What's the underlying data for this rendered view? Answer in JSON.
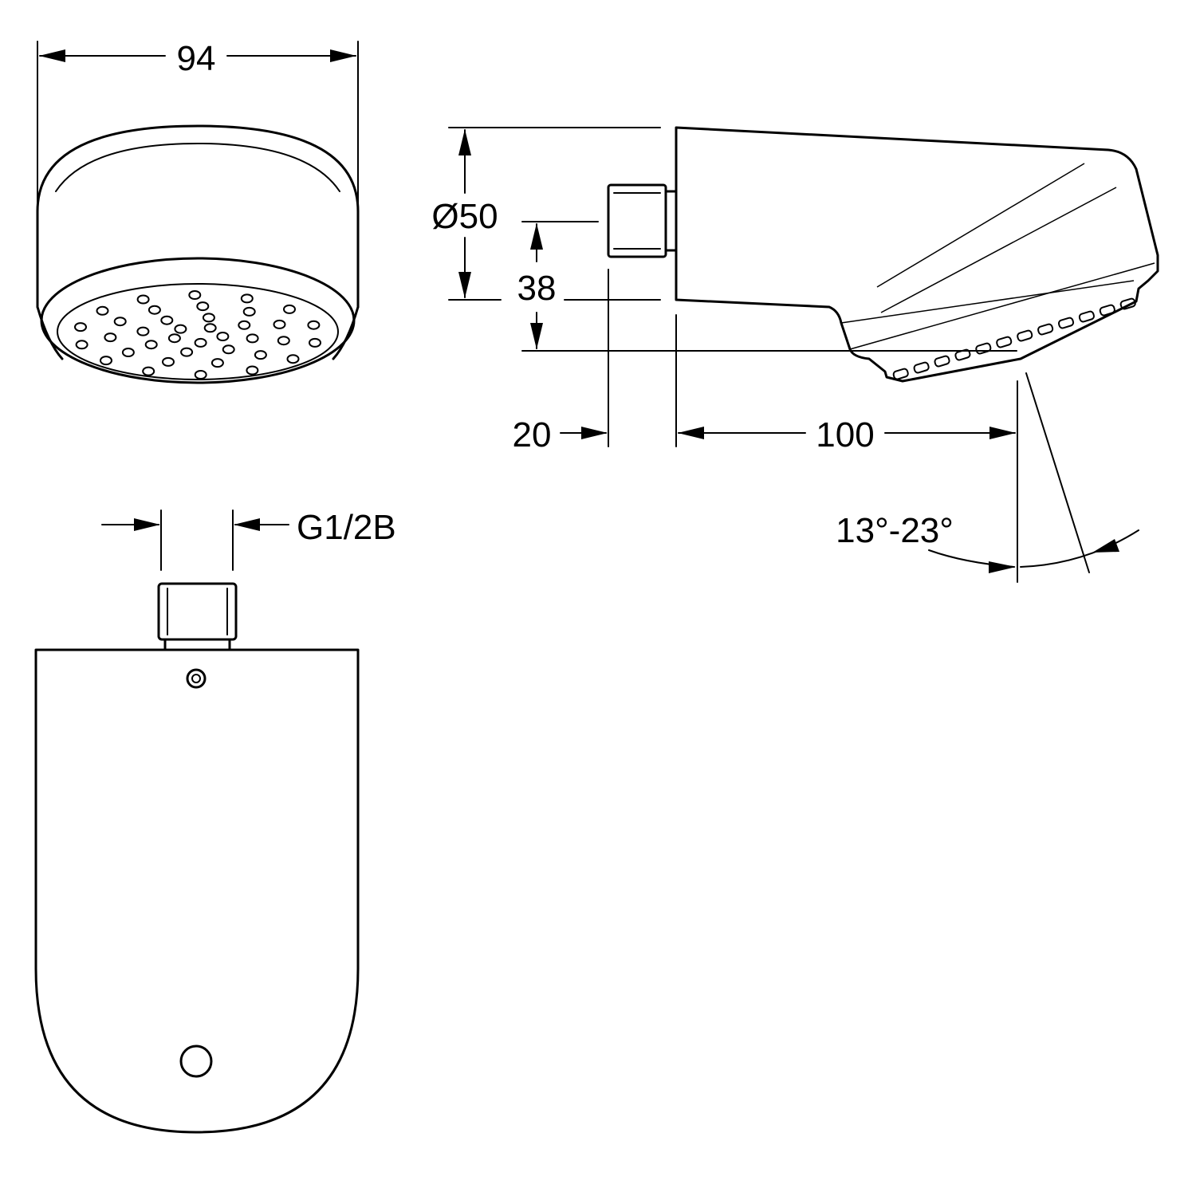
{
  "dimensions": {
    "front_width": "94",
    "diameter": "Ø50",
    "height_38": "38",
    "connector_length": "20",
    "body_length": "100",
    "angle_range": "13°-23°",
    "thread": "G1/2B"
  }
}
